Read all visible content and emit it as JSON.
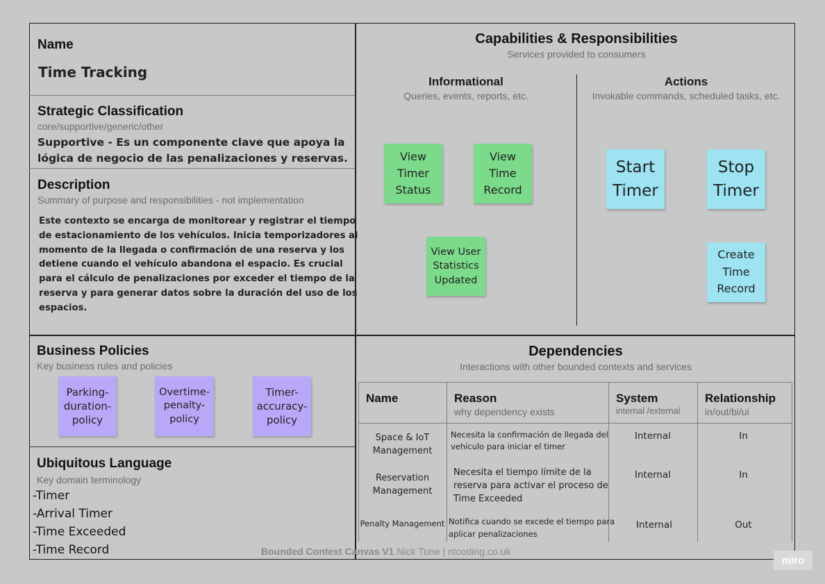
{
  "name_section": {
    "heading": "Name",
    "value": "Time Tracking"
  },
  "strategic": {
    "heading": "Strategic Classification",
    "subtitle": "core/supportive/generic/other",
    "value_line1": "Supportive - Es un componente clave que apoya la",
    "value_line2": "lógica de negocio de las penalizaciones y reservas."
  },
  "description": {
    "heading": "Description",
    "subtitle": "Summary of purpose and responsibilities - not implementation",
    "lines": [
      "Este contexto se encarga de monitorear y registrar el tiempo",
      "de estacionamiento de los vehículos. Inicia temporizadores al",
      "momento de la llegada o confirmación de una reserva y los",
      "detiene cuando el vehículo abandona el espacio. Es crucial",
      "para el cálculo de penalizaciones por exceder el tiempo de la",
      "reserva y para generar datos sobre la duración del uso de los",
      "espacios."
    ]
  },
  "capabilities": {
    "heading": "Capabilities & Responsibilities",
    "subtitle": "Services provided to consumers",
    "informational": {
      "heading": "Informational",
      "subtitle": "Queries, events, reports, etc.",
      "notes": [
        {
          "lines": [
            "View",
            "Timer",
            "Status"
          ]
        },
        {
          "lines": [
            "View",
            "Time",
            "Record"
          ]
        },
        {
          "lines": [
            "View User",
            "Statistics",
            "Updated"
          ]
        }
      ]
    },
    "actions": {
      "heading": "Actions",
      "subtitle": "Invokable commands, scheduled tasks, etc.",
      "notes": [
        {
          "lines": [
            "Start",
            "Timer"
          ]
        },
        {
          "lines": [
            "Stop",
            "Timer"
          ]
        },
        {
          "lines": [
            "Create",
            "Time",
            "Record"
          ]
        }
      ]
    }
  },
  "business_policies": {
    "heading": "Business Policies",
    "subtitle": "Key business rules and policies",
    "notes": [
      {
        "lines": [
          "Parking-",
          "duration-",
          "policy"
        ]
      },
      {
        "lines": [
          "Overtime-",
          "penalty-",
          "policy"
        ]
      },
      {
        "lines": [
          "Timer-",
          "accuracy-",
          "policy"
        ]
      }
    ]
  },
  "ubiquitous_language": {
    "heading": "Ubiquitous Language",
    "subtitle": "Key domain terminology",
    "terms": [
      "-Timer",
      "-Arrival Timer",
      "-Time Exceeded",
      "-Time Record"
    ]
  },
  "dependencies": {
    "heading": "Dependencies",
    "subtitle": "Interactions with other bounded contexts and services",
    "columns": [
      {
        "title": "Name",
        "subtitle": ""
      },
      {
        "title": "Reason",
        "subtitle": "why dependency exists"
      },
      {
        "title": "System",
        "subtitle": "internal /external"
      },
      {
        "title": "Relationship",
        "subtitle": "in/out/bi/ui"
      }
    ],
    "rows": [
      {
        "name_lines": [
          "Space & IoT",
          "Management"
        ],
        "reason_lines": [
          "Necesita la confirmación de llegada del",
          "vehículo para iniciar el timer"
        ],
        "system": "Internal",
        "relationship": "In"
      },
      {
        "name_lines": [
          "Reservation",
          "Management"
        ],
        "reason_lines": [
          "Necesita el tiempo límite de la",
          "reserva para activar el proceso de",
          "Time Exceeded"
        ],
        "system": "Internal",
        "relationship": "In"
      },
      {
        "name_lines": [
          "Penalty Management"
        ],
        "reason_lines": [
          "Notifica cuando se excede el tiempo para",
          "aplicar penalizaciones"
        ],
        "system": "Internal",
        "relationship": "Out"
      }
    ]
  },
  "footer": {
    "bold": "Bounded Context Canvas V1",
    "rest": " Nick Tune | ntcoding.co.uk"
  },
  "logo_text": "miro",
  "colors": {
    "background": "#c8c8c8",
    "sticky_green": "#7bdb8b",
    "sticky_cyan": "#9de3f2",
    "sticky_purple": "#b9a8f7"
  }
}
